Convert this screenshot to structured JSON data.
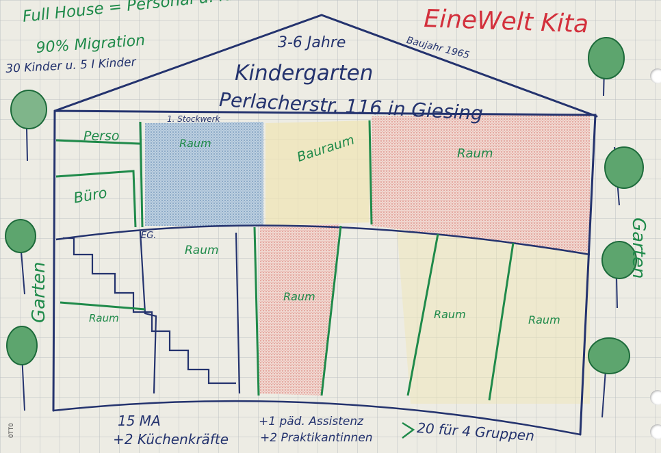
{
  "header": {
    "line1": "Full House = Personal u. Kinder",
    "line2": "90% Migration",
    "line3": "30 Kinder u. 5 I Kinder"
  },
  "title_red": "EineWelt Kita",
  "roof": {
    "age_range": "3-6 Jahre",
    "built": "Baujahr 1965",
    "name": "Kindergarten",
    "address": "Perlacherstr. 116 in Giesing"
  },
  "upper_floor": {
    "floor_label": "1. Stockwerk",
    "rooms": [
      "Perso",
      "Büro",
      "Raum",
      "Bauraum",
      "Raum"
    ]
  },
  "ground_floor": {
    "floor_label": "EG.",
    "rooms": [
      "Raum",
      "Raum",
      "Raum",
      "Raum",
      "Raum"
    ]
  },
  "garden": {
    "left": "Garten",
    "right": "Garten"
  },
  "footer": {
    "staff": "15 MA",
    "kitchen": "+2 Küchenkräfte",
    "assist": "+1 päd. Assistenz",
    "interns": "+2 Praktikantinnen",
    "groups": "20 für 4 Gruppen"
  },
  "brand_mark": "OTTO",
  "colors": {
    "paper": "#f1efe9",
    "grid": "#b9bcc2",
    "green": "#1f8a4a",
    "blue": "#24336e",
    "red": "#d3303c",
    "yellow_fill": "#efe6b4",
    "blue_fill": "#8fb0d0",
    "red_fill": "#e8a7a0"
  }
}
